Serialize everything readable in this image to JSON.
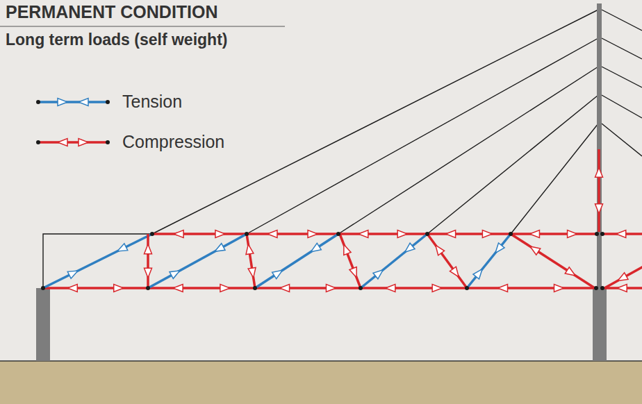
{
  "diagram": {
    "title": "PERMANENT CONDITION",
    "labels": [
      "Long term loads (self weight)"
    ],
    "legend": [
      {
        "text": "Tension"
      },
      {
        "text": "Compression"
      }
    ]
  }
}
